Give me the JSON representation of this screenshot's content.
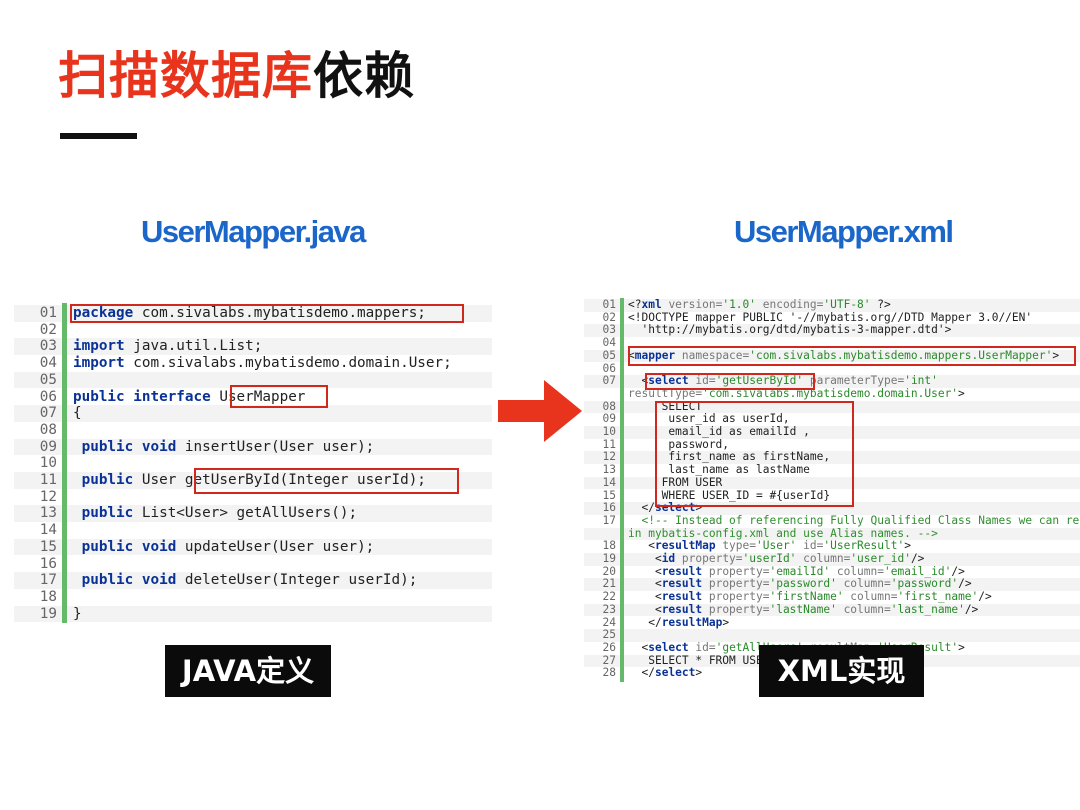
{
  "title": {
    "red": "扫描数据库",
    "black": "依赖"
  },
  "labels": {
    "java": "UserMapper.java",
    "xml": "UserMapper.xml"
  },
  "captions": {
    "java": "JAVA定义",
    "xml": "XML实现"
  },
  "colors": {
    "accent_red": "#e8341c",
    "label_blue": "#1b66c9",
    "gutter_green": "#65b96b",
    "keyword_blue": "#0a3296"
  },
  "java_lines": [
    {
      "n": "01",
      "segs": [
        {
          "t": "package",
          "c": "kw"
        },
        {
          "t": " com.sivalabs.mybatisdemo.mappers;"
        }
      ]
    },
    {
      "n": "02",
      "segs": []
    },
    {
      "n": "03",
      "segs": [
        {
          "t": "import",
          "c": "kw"
        },
        {
          "t": " java.util.List;"
        }
      ]
    },
    {
      "n": "04",
      "segs": [
        {
          "t": "import",
          "c": "kw"
        },
        {
          "t": " com.sivalabs.mybatisdemo.domain.User;"
        }
      ]
    },
    {
      "n": "05",
      "segs": []
    },
    {
      "n": "06",
      "segs": [
        {
          "t": "public",
          "c": "kw"
        },
        {
          "t": " "
        },
        {
          "t": "interface",
          "c": "kw"
        },
        {
          "t": " UserMapper"
        }
      ]
    },
    {
      "n": "07",
      "segs": [
        {
          "t": "{"
        }
      ]
    },
    {
      "n": "08",
      "segs": []
    },
    {
      "n": "09",
      "segs": [
        {
          "t": " "
        },
        {
          "t": "public",
          "c": "kw"
        },
        {
          "t": " "
        },
        {
          "t": "void",
          "c": "kw"
        },
        {
          "t": " insertUser(User user);"
        }
      ]
    },
    {
      "n": "10",
      "segs": []
    },
    {
      "n": "11",
      "segs": [
        {
          "t": " "
        },
        {
          "t": "public",
          "c": "kw"
        },
        {
          "t": " User getUserById(Integer userId);"
        }
      ]
    },
    {
      "n": "12",
      "segs": []
    },
    {
      "n": "13",
      "segs": [
        {
          "t": " "
        },
        {
          "t": "public",
          "c": "kw"
        },
        {
          "t": " List<User> getAllUsers();"
        }
      ]
    },
    {
      "n": "14",
      "segs": []
    },
    {
      "n": "15",
      "segs": [
        {
          "t": " "
        },
        {
          "t": "public",
          "c": "kw"
        },
        {
          "t": " "
        },
        {
          "t": "void",
          "c": "kw"
        },
        {
          "t": " updateUser(User user);"
        }
      ]
    },
    {
      "n": "16",
      "segs": []
    },
    {
      "n": "17",
      "segs": [
        {
          "t": " "
        },
        {
          "t": "public",
          "c": "kw"
        },
        {
          "t": " "
        },
        {
          "t": "void",
          "c": "kw"
        },
        {
          "t": " deleteUser(Integer userId);"
        }
      ]
    },
    {
      "n": "18",
      "segs": []
    },
    {
      "n": "19",
      "segs": [
        {
          "t": "}"
        }
      ]
    }
  ],
  "xml_lines": [
    {
      "n": "01",
      "segs": [
        {
          "t": "<?"
        },
        {
          "t": "xml",
          "c": "tag"
        },
        {
          "t": " version=",
          "c": "attr"
        },
        {
          "t": "'1.0'",
          "c": "str"
        },
        {
          "t": " encoding=",
          "c": "attr"
        },
        {
          "t": "'UTF-8'",
          "c": "str"
        },
        {
          "t": " ?>"
        }
      ]
    },
    {
      "n": "02",
      "segs": [
        {
          "t": "<!DOCTYPE mapper PUBLIC '-//mybatis.org//DTD Mapper 3.0//EN'"
        }
      ]
    },
    {
      "n": "03",
      "segs": [
        {
          "t": "  'http://mybatis.org/dtd/mybatis-3-mapper.dtd'>"
        }
      ]
    },
    {
      "n": "04",
      "segs": []
    },
    {
      "n": "05",
      "segs": [
        {
          "t": "<"
        },
        {
          "t": "mapper",
          "c": "tag"
        },
        {
          "t": " namespace=",
          "c": "attr"
        },
        {
          "t": "'com.sivalabs.mybatisdemo.mappers.UserMapper'",
          "c": "str"
        },
        {
          "t": ">"
        }
      ]
    },
    {
      "n": "06",
      "segs": []
    },
    {
      "n": "07",
      "segs": [
        {
          "t": "  <"
        },
        {
          "t": "select",
          "c": "tag"
        },
        {
          "t": " id=",
          "c": "attr"
        },
        {
          "t": "'getUserById'",
          "c": "str"
        },
        {
          "t": " parameterType=",
          "c": "attr"
        },
        {
          "t": "'int'",
          "c": "str"
        }
      ]
    },
    {
      "n": "",
      "segs": [
        {
          "t": "resultType=",
          "c": "attr"
        },
        {
          "t": "'com.sivalabs.mybatisdemo.domain.User'",
          "c": "str"
        },
        {
          "t": ">"
        }
      ]
    },
    {
      "n": "08",
      "segs": [
        {
          "t": "     SELECT"
        }
      ]
    },
    {
      "n": "09",
      "segs": [
        {
          "t": "      user_id as userId,"
        }
      ]
    },
    {
      "n": "10",
      "segs": [
        {
          "t": "      email_id as emailId ,"
        }
      ]
    },
    {
      "n": "11",
      "segs": [
        {
          "t": "      password,"
        }
      ]
    },
    {
      "n": "12",
      "segs": [
        {
          "t": "      first_name as firstName,"
        }
      ]
    },
    {
      "n": "13",
      "segs": [
        {
          "t": "      last_name as lastName"
        }
      ]
    },
    {
      "n": "14",
      "segs": [
        {
          "t": "     FROM USER"
        }
      ]
    },
    {
      "n": "15",
      "segs": [
        {
          "t": "     WHERE USER_ID = #{userId}"
        }
      ]
    },
    {
      "n": "16",
      "segs": [
        {
          "t": "  </"
        },
        {
          "t": "select",
          "c": "tag"
        },
        {
          "t": ">"
        }
      ]
    },
    {
      "n": "17",
      "segs": [
        {
          "t": "  "
        },
        {
          "t": "<!-- Instead of referencing Fully Qualified Class Names we can register Aliases",
          "c": "cmt"
        }
      ]
    },
    {
      "n": "",
      "segs": [
        {
          "t": "in mybatis-config.xml and use Alias names. -->",
          "c": "cmt"
        }
      ]
    },
    {
      "n": "18",
      "segs": [
        {
          "t": "   <"
        },
        {
          "t": "resultMap",
          "c": "tag"
        },
        {
          "t": " type=",
          "c": "attr"
        },
        {
          "t": "'User'",
          "c": "str"
        },
        {
          "t": " id=",
          "c": "attr"
        },
        {
          "t": "'UserResult'",
          "c": "str"
        },
        {
          "t": ">"
        }
      ]
    },
    {
      "n": "19",
      "segs": [
        {
          "t": "    <"
        },
        {
          "t": "id",
          "c": "tag"
        },
        {
          "t": " property=",
          "c": "attr"
        },
        {
          "t": "'userId'",
          "c": "str"
        },
        {
          "t": " column=",
          "c": "attr"
        },
        {
          "t": "'user_id'",
          "c": "str"
        },
        {
          "t": "/>"
        }
      ]
    },
    {
      "n": "20",
      "segs": [
        {
          "t": "    <"
        },
        {
          "t": "result",
          "c": "tag"
        },
        {
          "t": " property=",
          "c": "attr"
        },
        {
          "t": "'emailId'",
          "c": "str"
        },
        {
          "t": " column=",
          "c": "attr"
        },
        {
          "t": "'email_id'",
          "c": "str"
        },
        {
          "t": "/>"
        }
      ]
    },
    {
      "n": "21",
      "segs": [
        {
          "t": "    <"
        },
        {
          "t": "result",
          "c": "tag"
        },
        {
          "t": " property=",
          "c": "attr"
        },
        {
          "t": "'password'",
          "c": "str"
        },
        {
          "t": " column=",
          "c": "attr"
        },
        {
          "t": "'password'",
          "c": "str"
        },
        {
          "t": "/>"
        }
      ]
    },
    {
      "n": "22",
      "segs": [
        {
          "t": "    <"
        },
        {
          "t": "result",
          "c": "tag"
        },
        {
          "t": " property=",
          "c": "attr"
        },
        {
          "t": "'firstName'",
          "c": "str"
        },
        {
          "t": " column=",
          "c": "attr"
        },
        {
          "t": "'first_name'",
          "c": "str"
        },
        {
          "t": "/>"
        }
      ]
    },
    {
      "n": "23",
      "segs": [
        {
          "t": "    <"
        },
        {
          "t": "result",
          "c": "tag"
        },
        {
          "t": " property=",
          "c": "attr"
        },
        {
          "t": "'lastName'",
          "c": "str"
        },
        {
          "t": " column=",
          "c": "attr"
        },
        {
          "t": "'last_name'",
          "c": "str"
        },
        {
          "t": "/>"
        }
      ]
    },
    {
      "n": "24",
      "segs": [
        {
          "t": "   </"
        },
        {
          "t": "resultMap",
          "c": "tag"
        },
        {
          "t": ">"
        }
      ]
    },
    {
      "n": "25",
      "segs": []
    },
    {
      "n": "26",
      "segs": [
        {
          "t": "  <"
        },
        {
          "t": "select",
          "c": "tag"
        },
        {
          "t": " id=",
          "c": "attr"
        },
        {
          "t": "'getAllUsers'",
          "c": "str"
        },
        {
          "t": " resultMap=",
          "c": "attr"
        },
        {
          "t": "'UserResult'",
          "c": "str"
        },
        {
          "t": ">"
        }
      ]
    },
    {
      "n": "27",
      "segs": [
        {
          "t": "   SELECT * FROM USER"
        }
      ]
    },
    {
      "n": "28",
      "segs": [
        {
          "t": "  </"
        },
        {
          "t": "select",
          "c": "tag"
        },
        {
          "t": ">"
        }
      ]
    }
  ]
}
